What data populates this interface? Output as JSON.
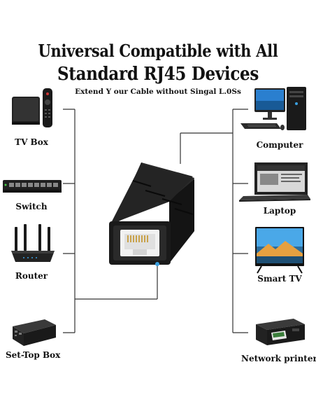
{
  "heading": {
    "line1": "Universal Compatible with All",
    "line2": "Standard RJ45 Devices",
    "subtitle": "Extend Y our Cable without Singal L.0Ss"
  },
  "left_devices": [
    {
      "label": "TV Box",
      "icon": "tv-box-icon"
    },
    {
      "label": "Switch",
      "icon": "network-switch-icon"
    },
    {
      "label": "Router",
      "icon": "router-icon"
    },
    {
      "label": "Set-Top Box",
      "icon": "set-top-box-icon"
    }
  ],
  "right_devices": [
    {
      "label": "Computer",
      "icon": "desktop-computer-icon"
    },
    {
      "label": "Laptop",
      "icon": "laptop-icon"
    },
    {
      "label": "Smart TV",
      "icon": "smart-tv-icon"
    },
    {
      "label": "Network printers",
      "icon": "printer-icon"
    }
  ],
  "center": {
    "icon": "rj45-coupler-icon"
  },
  "colors": {
    "line": "#333333",
    "accent": "#3aa0e0",
    "device_body": "#1a1a1a"
  }
}
